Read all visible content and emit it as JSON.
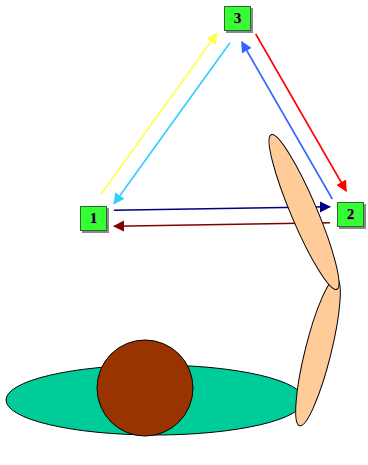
{
  "diagram": {
    "nodes": [
      {
        "text": [
          "1"
        ]
      },
      {
        "text": [
          "2"
        ]
      },
      {
        "text": [
          "3"
        ]
      }
    ],
    "edges": [
      {
        "from": 0,
        "to": 2,
        "arrow": "to"
      },
      {
        "from": 2,
        "to": 0,
        "arrow": "to"
      },
      {
        "from": 2,
        "to": 1,
        "arrow": "to"
      },
      {
        "from": 1,
        "to": 2,
        "arrow": "to"
      },
      {
        "from": 0,
        "to": 1,
        "arrow": "to"
      },
      {
        "from": 1,
        "to": 0,
        "arrow": "to"
      }
    ]
  }
}
